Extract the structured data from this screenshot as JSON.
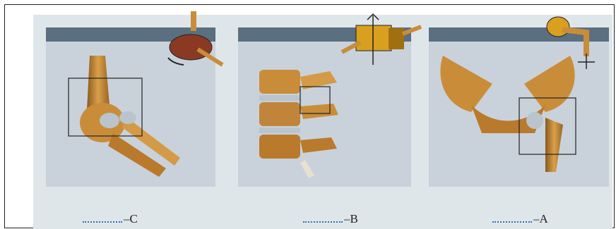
{
  "labels": {
    "c": "–C",
    "b": "–B",
    "a": "–A"
  },
  "colors": {
    "bone": "#c98d3a",
    "bone_dark": "#8a5a1f",
    "cartilage": "#b9c4cc",
    "panel_header": "#5a6f80",
    "panel_bg": "#c9d2da",
    "dotted_line": "#3a6fb5"
  },
  "panels": [
    {
      "joint": "hinge-joint",
      "icon": "hinge-mechanism-icon"
    },
    {
      "joint": "gliding-joint",
      "icon": "sliding-block-icon"
    },
    {
      "joint": "ball-and-socket-joint",
      "icon": "ball-socket-icon"
    }
  ]
}
